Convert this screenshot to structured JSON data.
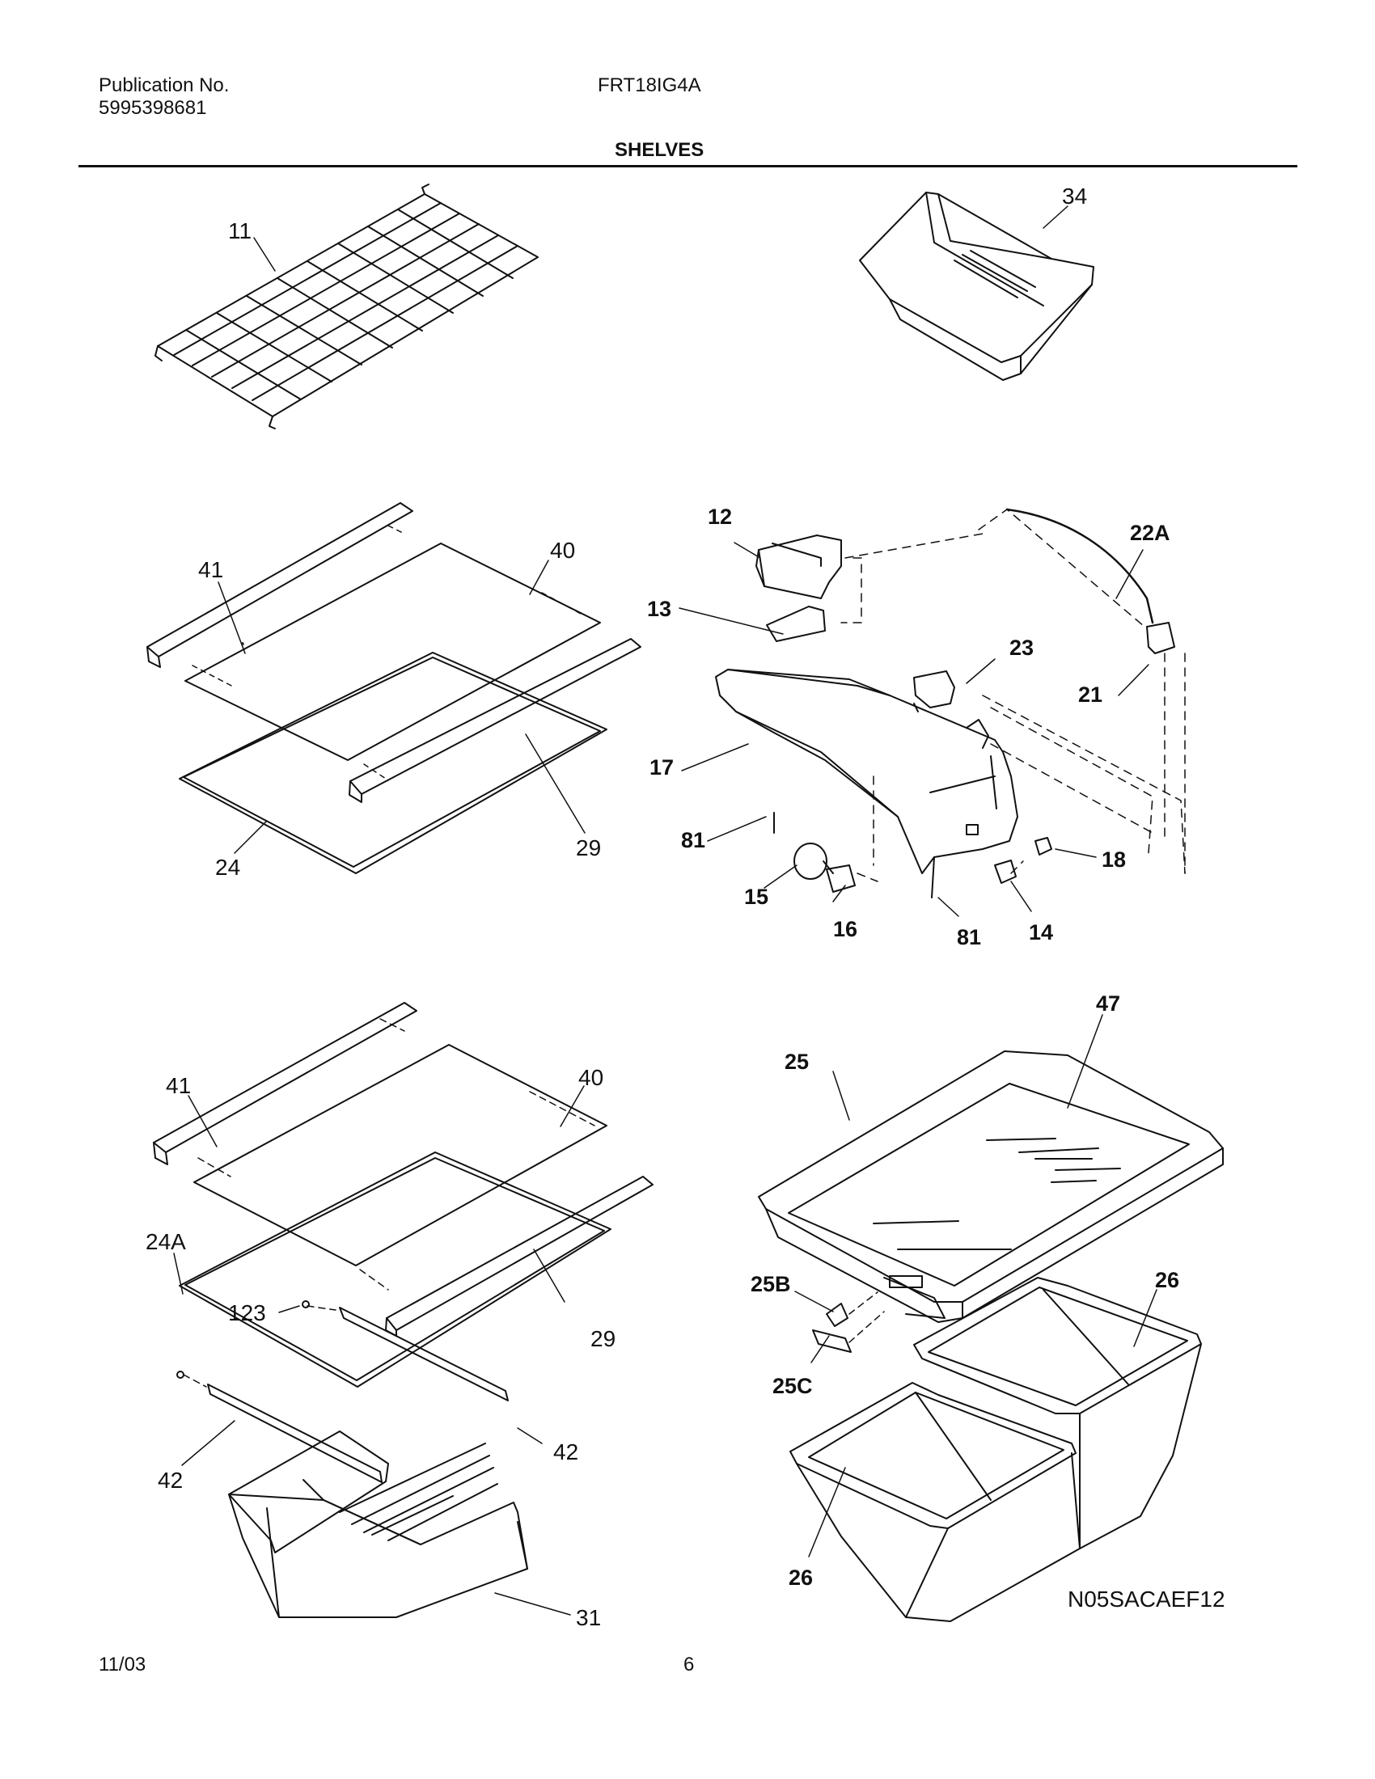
{
  "header": {
    "publication_label": "Publication No.",
    "publication_number": "5995398681",
    "model": "FRT18IG4A",
    "section_title": "SHELVES"
  },
  "footer": {
    "date": "11/03",
    "page": "6",
    "drawing_code": "N05SACAEF12"
  },
  "callouts": {
    "wire_shelf": "11",
    "bin_34": "34",
    "trim_41a": "41",
    "glass_40a": "40",
    "trim_29a": "29",
    "frame_24": "24",
    "lens_12": "12",
    "shield_13": "13",
    "housing_17": "17",
    "screw_81a": "81",
    "bulb_15": "15",
    "socket_16": "16",
    "screw_81b": "81",
    "switch_14": "14",
    "knob_18": "18",
    "harness_22a": "22A",
    "thermostat_23": "23",
    "connector_21": "21",
    "trim_41b": "41",
    "glass_40b": "40",
    "frame_24a": "24A",
    "screw_123": "123",
    "trim_29b": "29",
    "slide_42a": "42",
    "slide_42b": "42",
    "drawer_31": "31",
    "cover_25": "25",
    "glass_47": "47",
    "bracket_25b": "25B",
    "control_25c": "25C",
    "crisper_26a": "26",
    "crisper_26b": "26"
  }
}
